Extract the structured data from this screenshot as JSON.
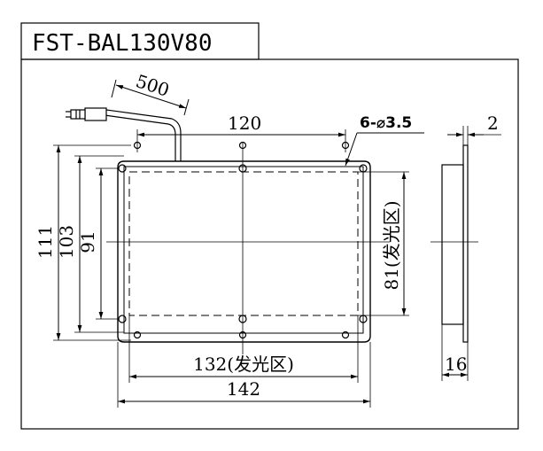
{
  "title": "FST-BAL130V80",
  "dimensions": {
    "cable_length": "500",
    "hole_spacing": "120",
    "holes": "6-⌀3.5",
    "thickness": "2",
    "height_total": "111",
    "height_outer": "103",
    "height_inner": "91",
    "emit_height": "81(发光区)",
    "emit_width": "132(发光区)",
    "width_total": "142",
    "depth": "16"
  }
}
